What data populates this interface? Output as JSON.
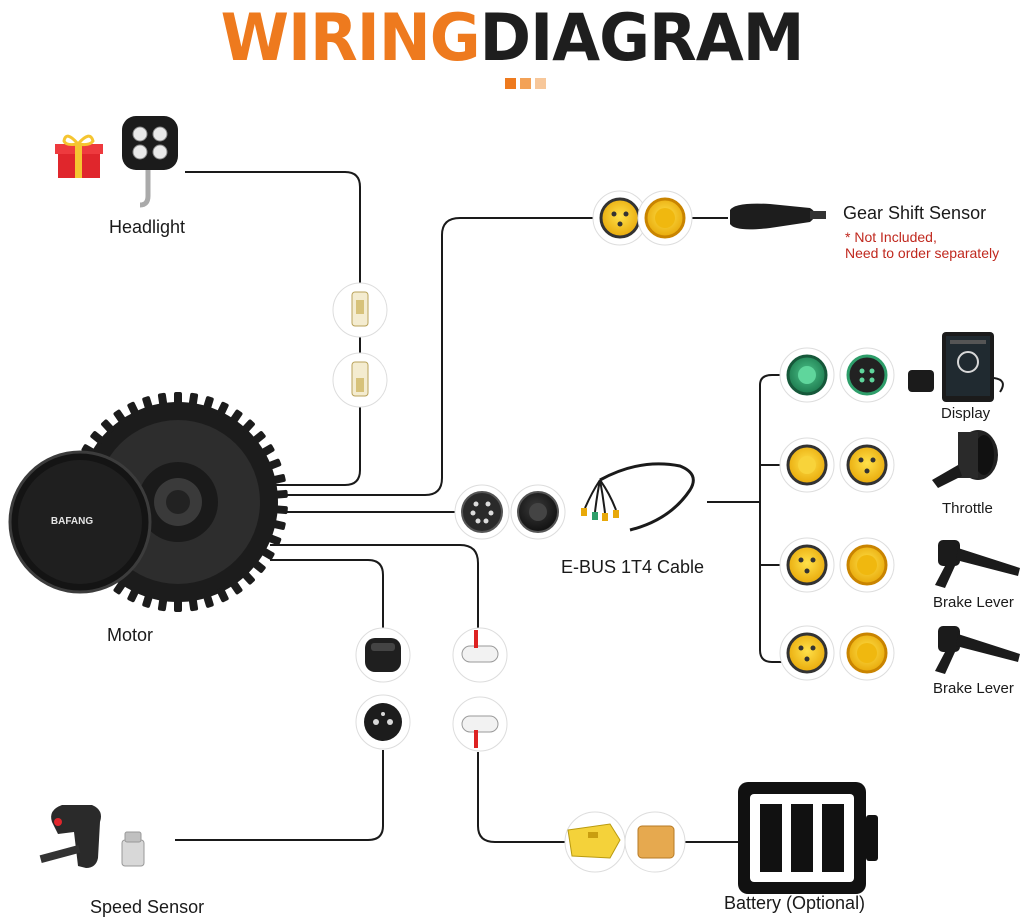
{
  "title": {
    "part1": "WIRING",
    "part2": "DIAGRAM"
  },
  "colors": {
    "accent": "#ee7a1e",
    "dark": "#1e1e1e",
    "note": "#c0281e",
    "connector_yellow": "#f4c21b",
    "connector_green": "#2e9e6a"
  },
  "motor": {
    "label": "Motor",
    "brand": "BAFANG"
  },
  "headlight": {
    "label": "Headlight"
  },
  "gear_shift_sensor": {
    "label": "Gear Shift Sensor",
    "note_line1": "* Not Included,",
    "note_line2": "Need to order separately"
  },
  "ebus_cable": {
    "label": "E-BUS 1T4 Cable"
  },
  "display": {
    "label": "Display"
  },
  "throttle": {
    "label": "Throttle"
  },
  "brake_lever_1": {
    "label": "Brake Lever"
  },
  "brake_lever_2": {
    "label": "Brake Lever"
  },
  "speed_sensor": {
    "label": "Speed Sensor"
  },
  "battery": {
    "label": "Battery (Optional)"
  }
}
